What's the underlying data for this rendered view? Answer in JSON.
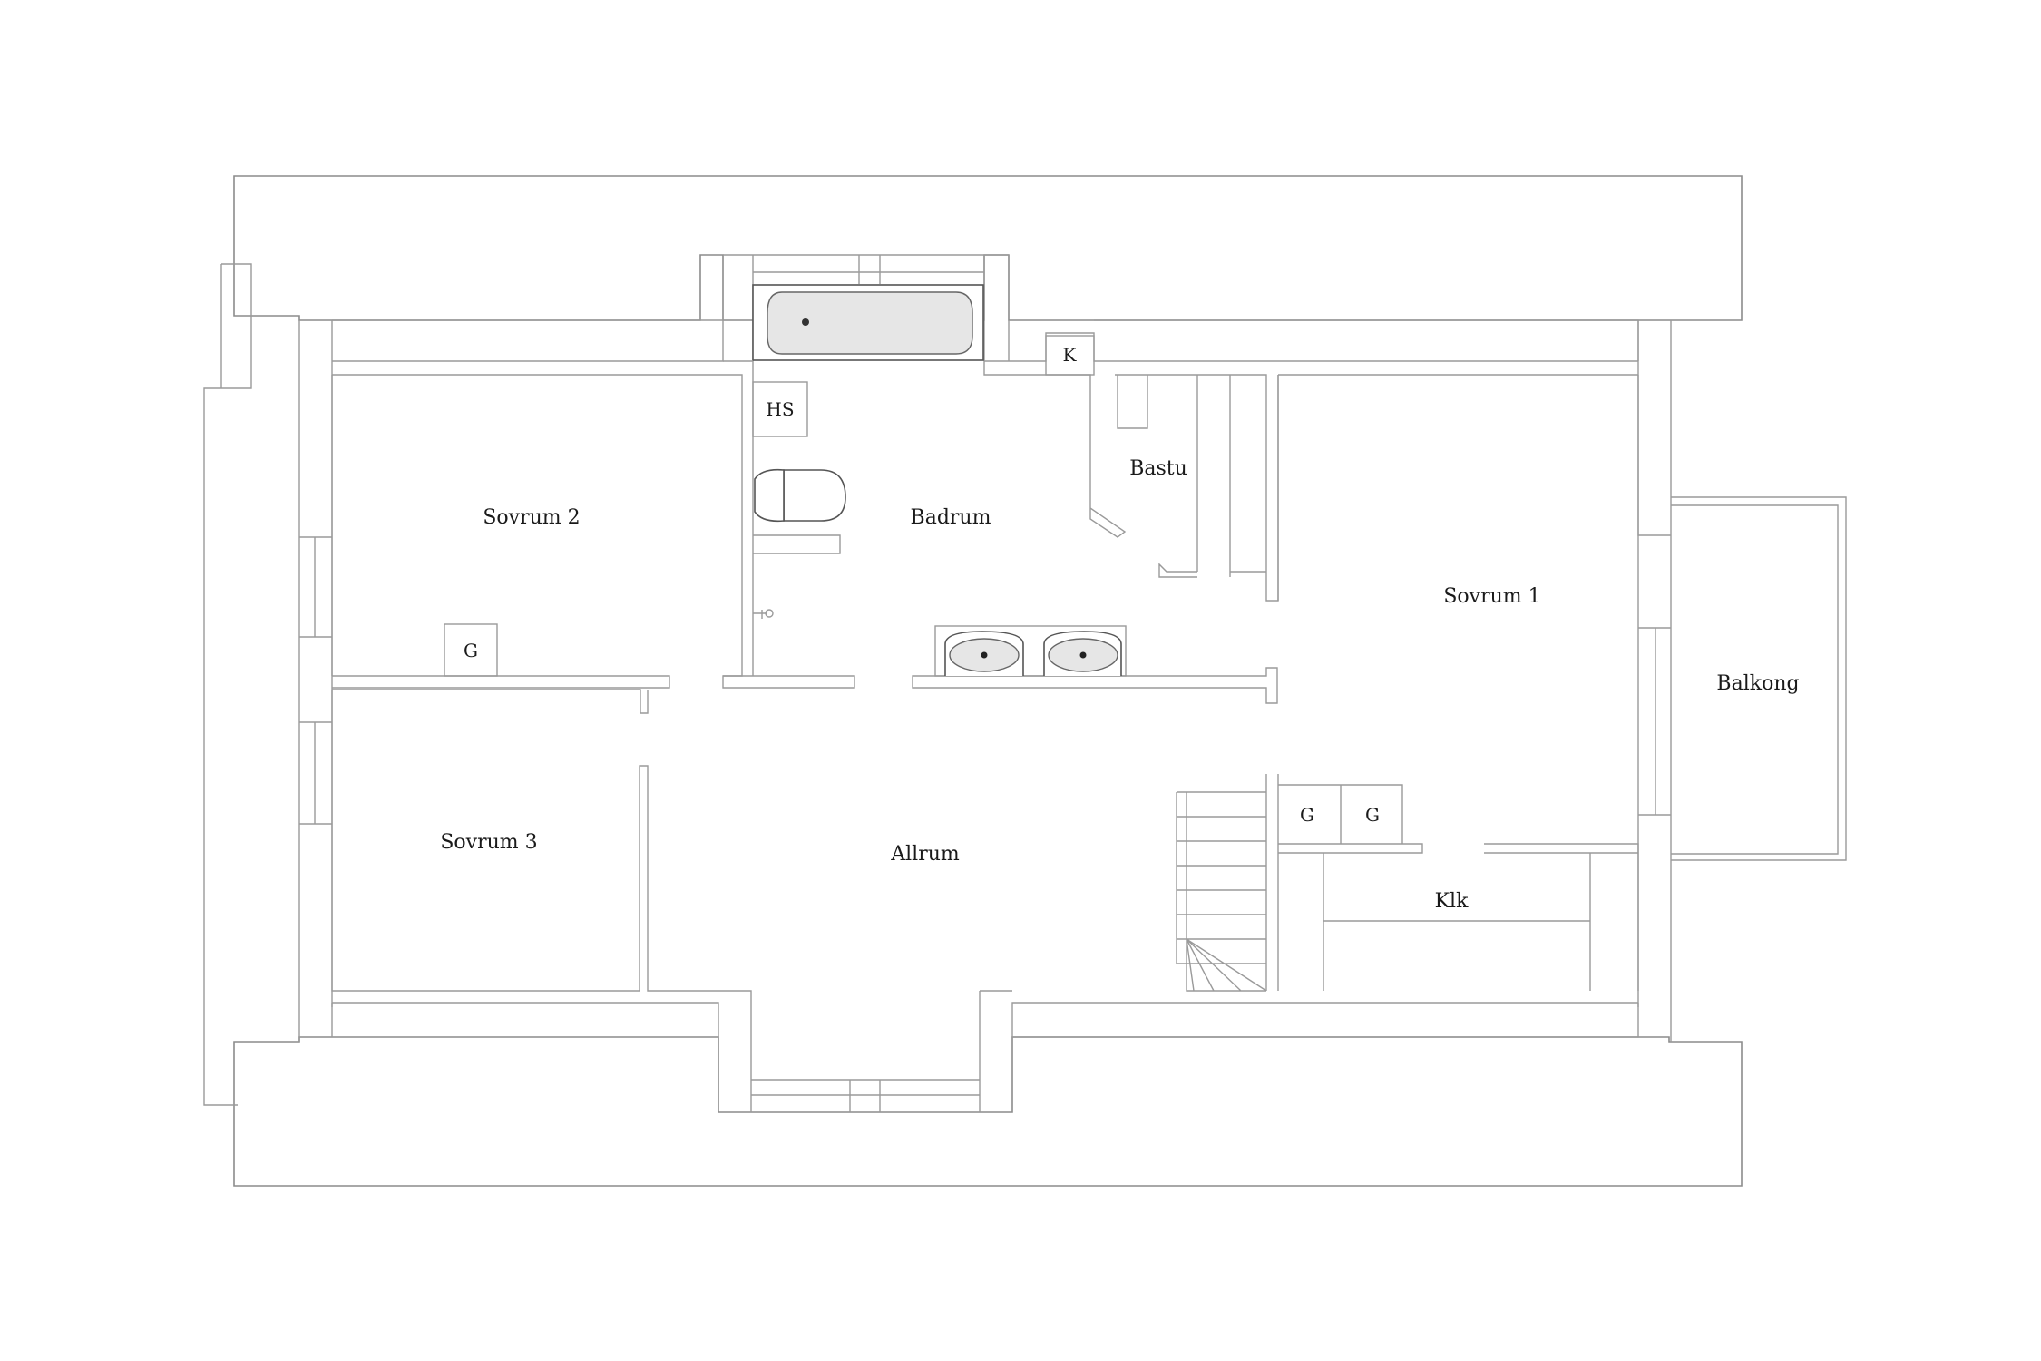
{
  "rooms": {
    "sovrum2": "Sovrum 2",
    "sovrum3": "Sovrum 3",
    "badrum": "Badrum",
    "bastu": "Bastu",
    "sovrum1": "Sovrum 1",
    "balkong": "Balkong",
    "allrum": "Allrum",
    "klk": "Klk"
  },
  "markers": {
    "hs": "HS",
    "k": "K",
    "g_sovrum2": "G",
    "g_left": "G",
    "g_right": "G"
  },
  "colors": {
    "wall_stroke": "#8c8c8c",
    "background": "#ffffff",
    "text": "#1a1a1a"
  }
}
